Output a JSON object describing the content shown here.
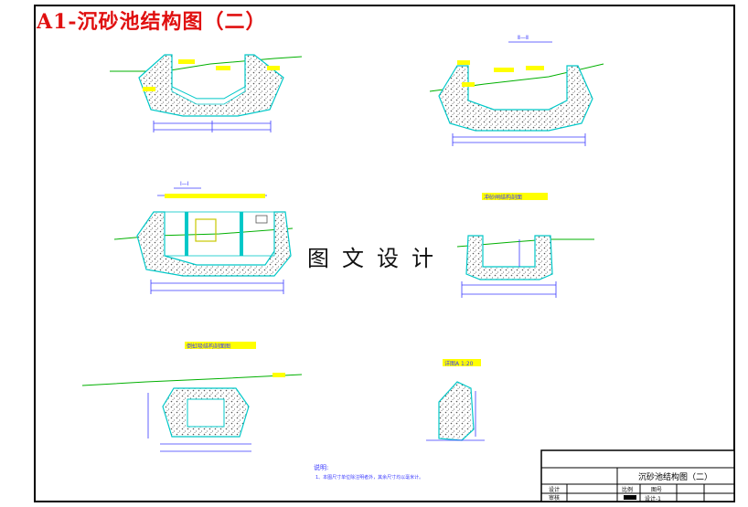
{
  "header": {
    "title": "A1-沉砂池结构图（二）"
  },
  "watermark": {
    "text": "图文设计"
  },
  "views": {
    "view_a": {
      "label": ""
    },
    "view_b": {
      "label": "Ⅱ—Ⅱ"
    },
    "view_c": {
      "label": "Ⅰ—Ⅰ"
    },
    "view_d": {
      "label": "冲砂闸结构剖面"
    },
    "view_e": {
      "label": "倒虹吸结构剖面图"
    },
    "view_f": {
      "label": "详图A 1:20"
    }
  },
  "notes": {
    "heading": "说明:",
    "line1": "1、本图尺寸单位除注明者外，其余尺寸均以毫米计。"
  },
  "title_block": {
    "drawing_title": "沉砂池结构图（二）",
    "design_label": "设计",
    "check_label": "审核",
    "scale_label": "比例",
    "sheet_label": "图号",
    "drawing_no": "设计-1"
  },
  "colors": {
    "frame": "#000000",
    "concrete_outline": "#00c8c8",
    "dimension": "#3a3aff",
    "terrain": "#00b000",
    "label_fill": "#ffff00",
    "header_red": "#e01010"
  }
}
